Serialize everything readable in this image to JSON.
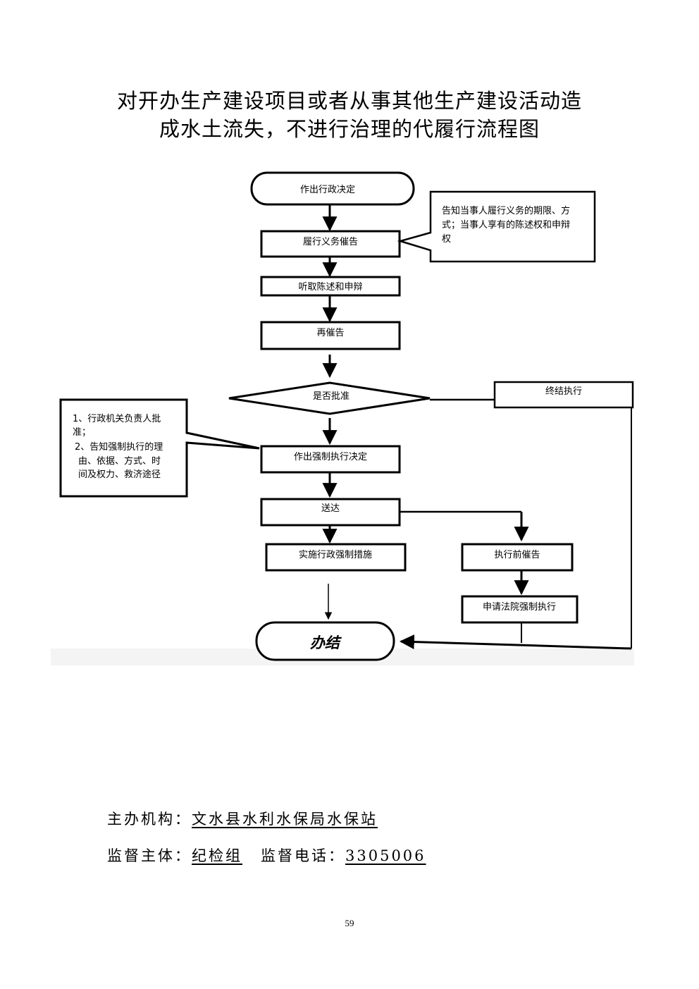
{
  "title": {
    "line1": "对开办生产建设项目或者从事其他生产建设活动造",
    "line2": "成水土流失，不进行治理的代履行流程图"
  },
  "nodes": {
    "decision_made": "作出行政决定",
    "urge_obligation": "履行义务催告",
    "hear_statement": "听取陈述和申辩",
    "re_urge": "再催告",
    "approve": "是否批准",
    "terminate": "终结执行",
    "enforce_decision": "作出强制执行决定",
    "deliver": "送达",
    "implement": "实施行政强制措施",
    "pre_urge": "执行前催告",
    "court_apply": "申请法院强制执行",
    "finish": "办结"
  },
  "notes": {
    "right": [
      "告知当事人履行义务的期限、方",
      "式；当事人享有的陈述权和申辩",
      "权"
    ],
    "left": [
      "1、行政机关负责人批",
      "准；",
      "2、告知强制执行的理",
      "由、依据、方式、时",
      "间及权力、救济途径"
    ]
  },
  "footer": {
    "org_label": "主办机构：",
    "org_value": "文水县水利水保局水保站",
    "supervisor_label": "监督主体：",
    "supervisor_value": "纪检组",
    "phone_label": "监督电话：",
    "phone_value": "3305006"
  },
  "page_number": "59"
}
